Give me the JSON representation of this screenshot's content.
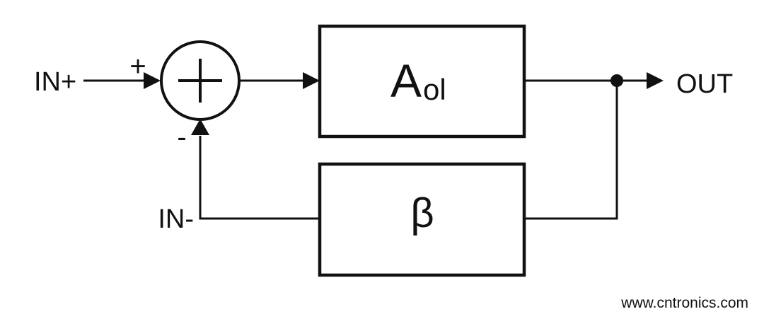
{
  "diagram": {
    "labels": {
      "input_pos": "IN+",
      "sum_plus": "+",
      "sum_minus": "-",
      "input_neg": "IN-",
      "gain_main": "A",
      "gain_sub": "ol",
      "feedback_gain": "β",
      "output": "OUT"
    },
    "watermark": "www.cntronics.com",
    "colors": {
      "line": "#111111",
      "text": "#111111",
      "watermark": "#cfe9c6",
      "background": "#ffffff"
    }
  }
}
